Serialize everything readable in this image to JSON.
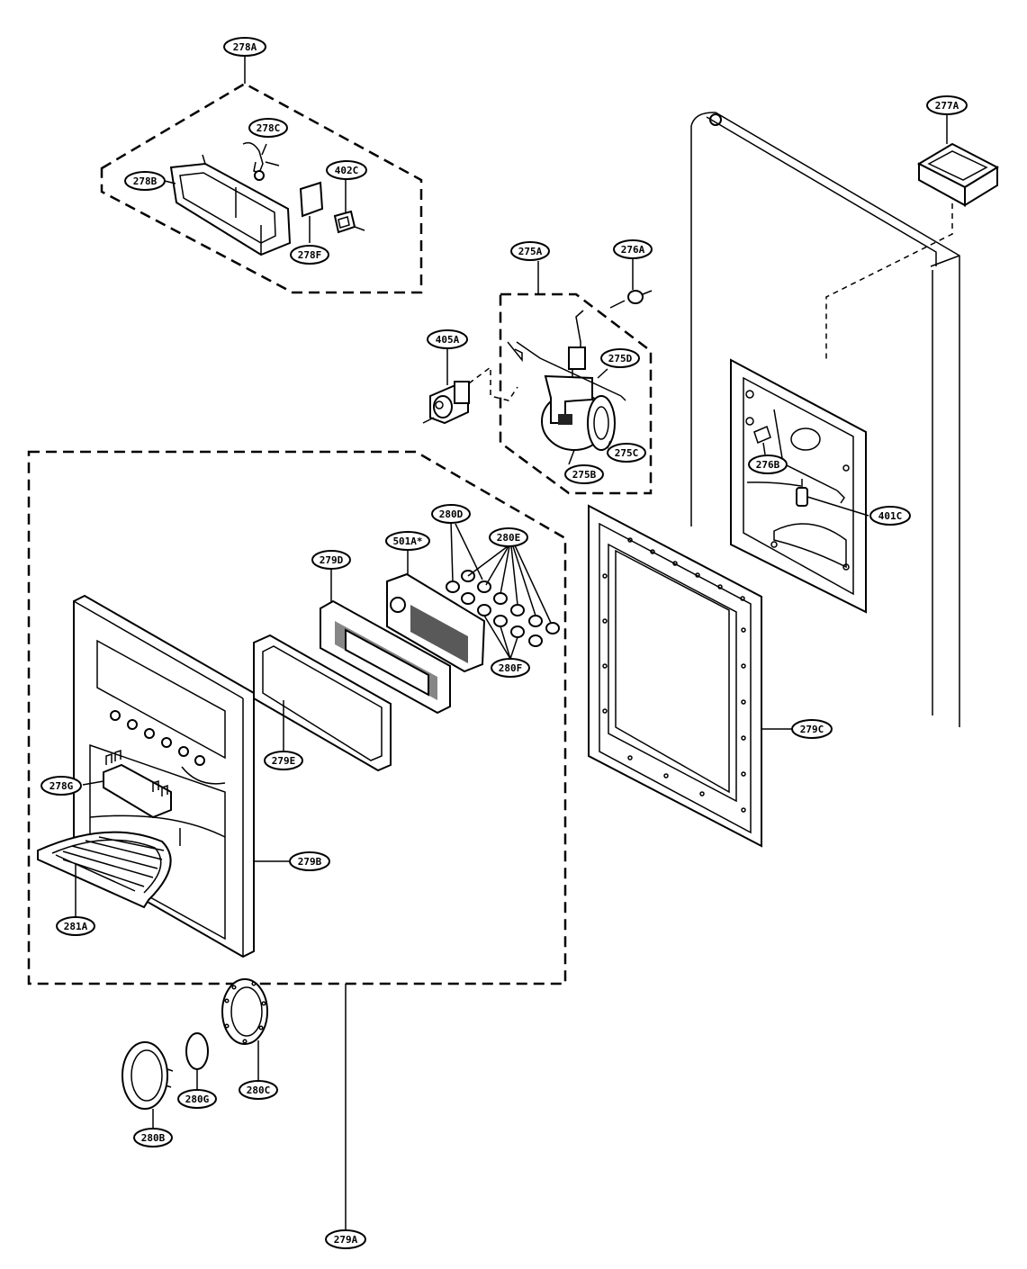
{
  "labels": {
    "c278A": "278A",
    "c278B": "278B",
    "c278C": "278C",
    "c402C": "402C",
    "c278F": "278F",
    "c277A": "277A",
    "c276A": "276A",
    "c275A": "275A",
    "c405A": "405A",
    "c275D": "275D",
    "c275C": "275C",
    "c275B": "275B",
    "c276B": "276B",
    "c401C": "401C",
    "c280D": "280D",
    "c280E": "280E",
    "c501A": "501A*",
    "c279D": "279D",
    "c280F": "280F",
    "c279E": "279E",
    "c278G": "278G",
    "c279C": "279C",
    "c279B": "279B",
    "c281A": "281A",
    "c280G": "280G",
    "c280C": "280C",
    "c280B": "280B",
    "c279A": "279A"
  }
}
